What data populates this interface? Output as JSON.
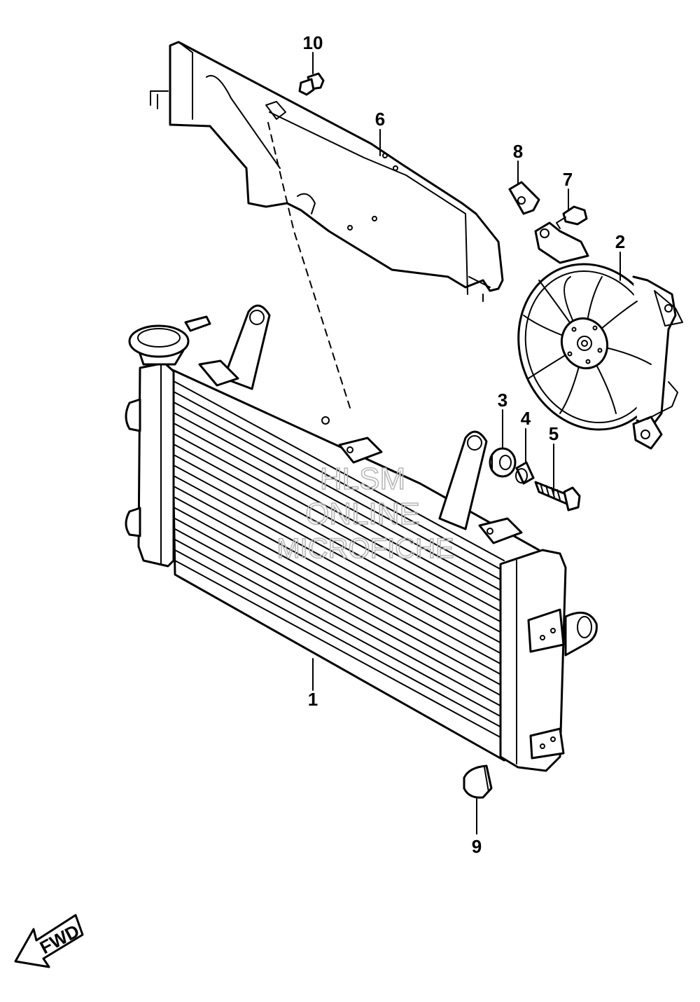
{
  "callouts": [
    {
      "id": "1",
      "label": "1"
    },
    {
      "id": "2",
      "label": "2"
    },
    {
      "id": "3",
      "label": "3"
    },
    {
      "id": "4",
      "label": "4"
    },
    {
      "id": "5",
      "label": "5"
    },
    {
      "id": "6",
      "label": "6"
    },
    {
      "id": "7",
      "label": "7"
    },
    {
      "id": "8",
      "label": "8"
    },
    {
      "id": "9",
      "label": "9"
    },
    {
      "id": "10",
      "label": "10"
    }
  ],
  "watermark": {
    "line1": "HLSM",
    "line2": "ONLINE",
    "line3": "MICROFICHE"
  },
  "direction_arrow": {
    "label": "FWD"
  }
}
